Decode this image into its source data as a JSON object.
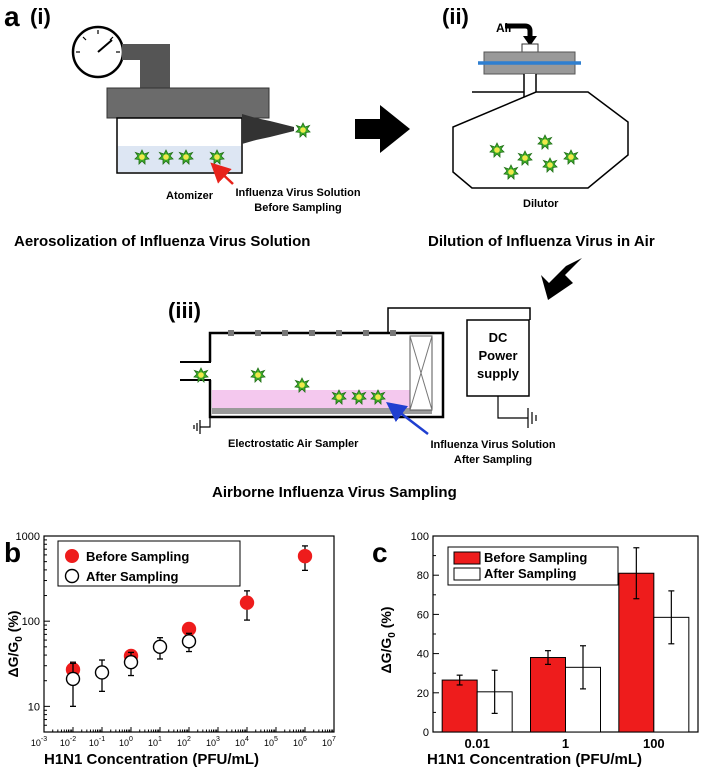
{
  "panel_a": {
    "letter": "a",
    "step1": {
      "label": "(i)",
      "component": "Atomizer",
      "annotation_line1": "Influenza Virus Solution",
      "annotation_line2": "Before Sampling",
      "caption": "Aerosolization of Influenza Virus Solution"
    },
    "step2": {
      "label": "(ii)",
      "air_label": "Air",
      "component": "Dilutor",
      "caption": "Dilution of Influenza Virus in Air"
    },
    "step3": {
      "label": "(iii)",
      "power_line1": "DC",
      "power_line2": "Power",
      "power_line3": "supply",
      "component": "Electrostatic Air Sampler",
      "annotation_line1": "Influenza Virus Solution",
      "annotation_line2": "After Sampling",
      "caption": "Airborne Influenza Virus Sampling"
    },
    "colors": {
      "virus": "#3fae2a",
      "arrow_red": "#e8231b",
      "arrow_blue": "#1f3fd0",
      "liquid_blue": "#dde6f3",
      "liquid_pink": "#f4c8ee",
      "filter_blue": "#2f7fd0"
    }
  },
  "panel_b": {
    "letter": "b",
    "chart_data": {
      "type": "scatter",
      "xlabel": "H1N1 Concentration (PFU/mL)",
      "ylabel": "ΔG/G0 (%)",
      "x_scale": "log",
      "y_scale": "log",
      "xlim": [
        0.001,
        10000000
      ],
      "ylim": [
        5,
        1000
      ],
      "x_ticks": [
        {
          "v": 0.001,
          "base": "10",
          "exp": "-3"
        },
        {
          "v": 0.01,
          "base": "10",
          "exp": "-2"
        },
        {
          "v": 0.1,
          "base": "10",
          "exp": "-1"
        },
        {
          "v": 1,
          "base": "10",
          "exp": "0"
        },
        {
          "v": 10,
          "base": "10",
          "exp": "1"
        },
        {
          "v": 100,
          "base": "10",
          "exp": "2"
        },
        {
          "v": 1000,
          "base": "10",
          "exp": "3"
        },
        {
          "v": 10000,
          "base": "10",
          "exp": "4"
        },
        {
          "v": 100000,
          "base": "10",
          "exp": "5"
        },
        {
          "v": 1000000,
          "base": "10",
          "exp": "6"
        },
        {
          "v": 10000000,
          "base": "10",
          "exp": "7"
        }
      ],
      "y_ticks": [
        {
          "v": 10,
          "label": "10"
        },
        {
          "v": 100,
          "label": "100"
        },
        {
          "v": 1000,
          "label": "1000"
        }
      ],
      "legend_position": "top-left",
      "series": [
        {
          "name": "Before Sampling",
          "marker": "filled-circle",
          "color": "#ee1c1c",
          "x": [
            0.01,
            1,
            100,
            10000,
            1000000
          ],
          "y": [
            27,
            39,
            81,
            165,
            580
          ],
          "err": [
            6,
            4,
            10,
            62,
            185
          ]
        },
        {
          "name": "After Sampling",
          "marker": "open-circle",
          "color": "#000000",
          "x": [
            0.01,
            0.1,
            1,
            10,
            100
          ],
          "y": [
            21,
            25,
            33,
            50,
            58
          ],
          "err": [
            11,
            10,
            10,
            14,
            14
          ]
        }
      ]
    }
  },
  "panel_c": {
    "letter": "c",
    "chart_data": {
      "type": "bar",
      "xlabel": "H1N1 Concentration (PFU/mL)",
      "ylabel": "ΔG/G0 (%)",
      "categories": [
        "0.01",
        "1",
        "100"
      ],
      "ylim": [
        0,
        100
      ],
      "y_ticks": [
        0,
        20,
        40,
        60,
        80,
        100
      ],
      "legend_position": "top-left",
      "series": [
        {
          "name": "Before Sampling",
          "color": "#ee1c1c",
          "values": [
            26.5,
            38,
            81
          ],
          "err": [
            2.5,
            3.5,
            13
          ]
        },
        {
          "name": "After Sampling",
          "color": "#ffffff",
          "values": [
            20.5,
            33,
            58.5
          ],
          "err": [
            11,
            11,
            13.5
          ]
        }
      ]
    }
  }
}
